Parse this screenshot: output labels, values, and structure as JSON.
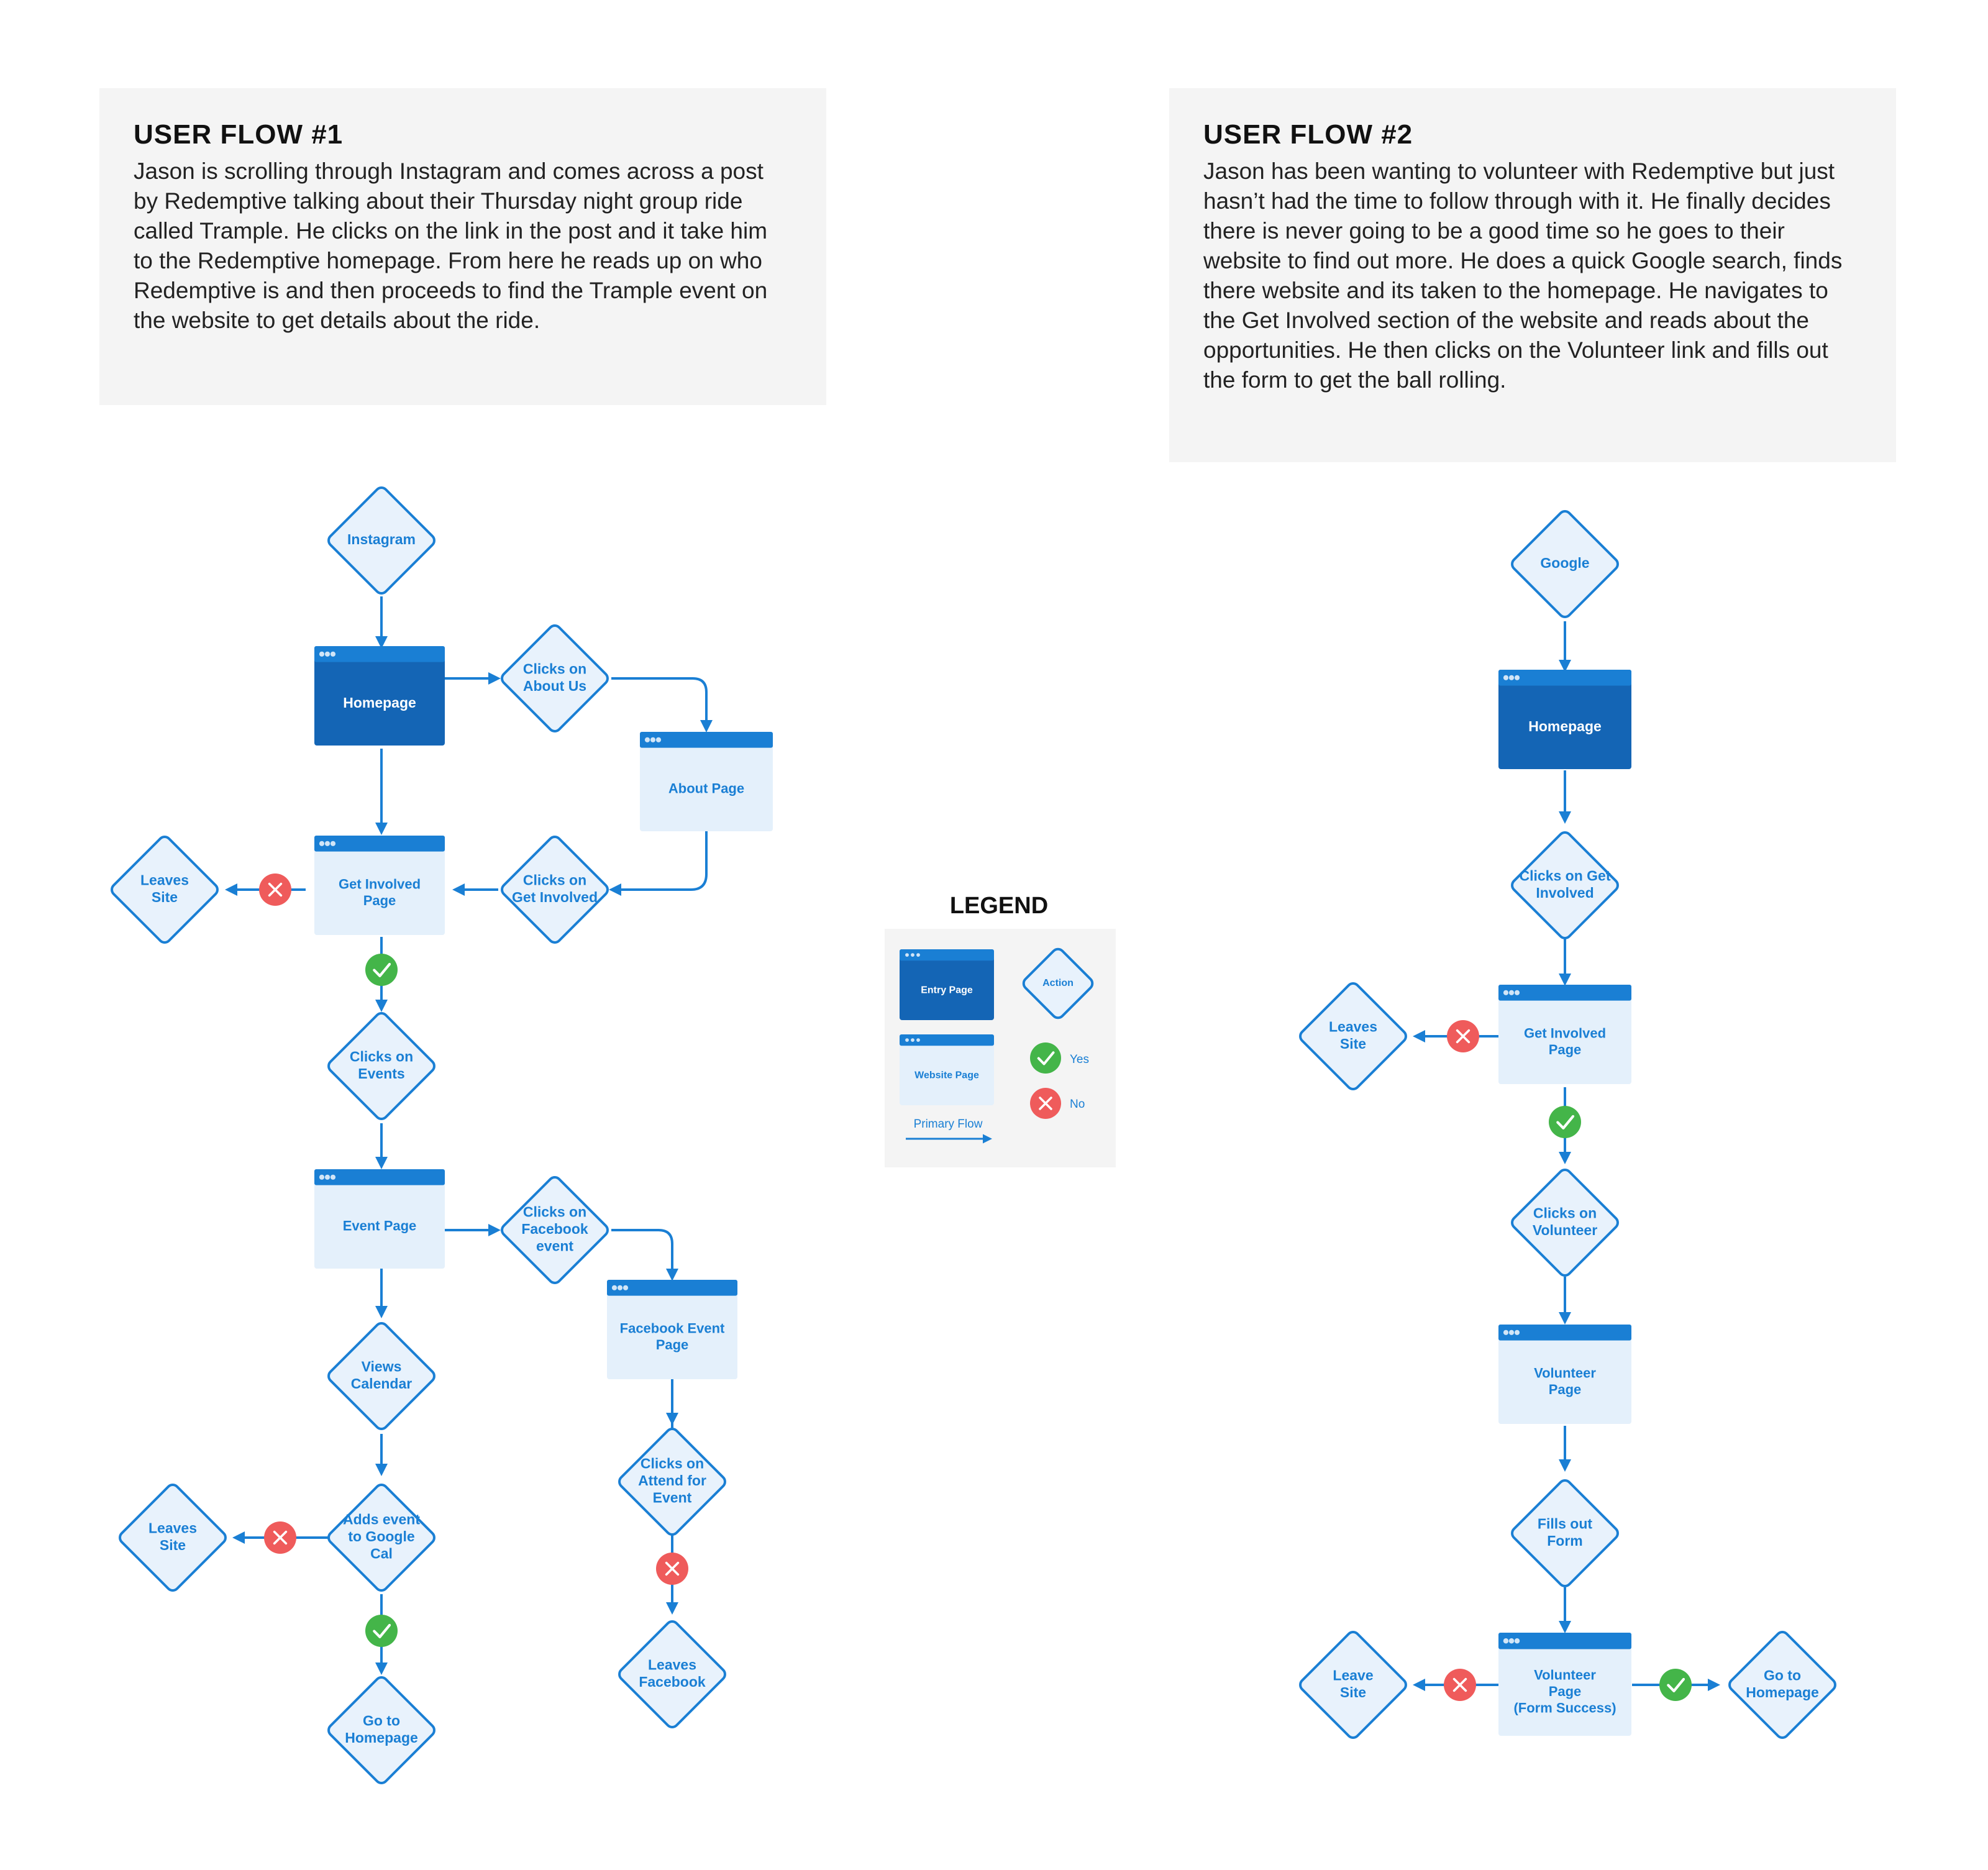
{
  "flow1": {
    "title": "USER FLOW #1",
    "description": "Jason is scrolling through Instagram and comes across a post by Redemptive talking about their Thursday night group ride called Trample. He clicks on the link in the post and it take him to the Redemptive homepage. From here he reads up on who Redemptive is and then proceeds to find the Trample event on the website to get details about the ride.",
    "nodes": {
      "instagram": [
        "Instagram"
      ],
      "homepage": [
        "Homepage"
      ],
      "clicks_about_us": [
        "Clicks on",
        "About Us"
      ],
      "about_page": [
        "About Page"
      ],
      "get_involved_page": [
        "Get Involved",
        "Page"
      ],
      "clicks_get_involved": [
        "Clicks on",
        "Get Involved"
      ],
      "leaves_site_a": [
        "Leaves",
        "Site"
      ],
      "clicks_events": [
        "Clicks on",
        "Events"
      ],
      "event_page": [
        "Event Page"
      ],
      "clicks_facebook_event": [
        "Clicks on",
        "Facebook",
        "event"
      ],
      "facebook_event_page": [
        "Facebook Event",
        "Page"
      ],
      "views_calendar": [
        "Views",
        "Calendar"
      ],
      "adds_event": [
        "Adds event",
        "to Google",
        "Cal"
      ],
      "leaves_site_b": [
        "Leaves",
        "Site"
      ],
      "go_to_homepage": [
        "Go to",
        "Homepage"
      ],
      "clicks_attend": [
        "Clicks on",
        "Attend for",
        "Event"
      ],
      "leaves_facebook": [
        "Leaves",
        "Facebook"
      ]
    }
  },
  "flow2": {
    "title": "USER FLOW #2",
    "description": "Jason has been wanting to volunteer with Redemptive but just hasn’t had the time to follow through with it. He finally decides there is never going to be a good time so he goes to their website to find out more. He does a quick Google search, finds there website and its taken to the homepage. He navigates to the Get Involved section of the website and reads about the opportunities. He then clicks on the Volunteer link and fills out the form to get the ball rolling.",
    "nodes": {
      "google": [
        "Google"
      ],
      "homepage": [
        "Homepage"
      ],
      "clicks_get_involved": [
        "Clicks on Get",
        "Involved"
      ],
      "get_involved_page": [
        "Get Involved",
        "Page"
      ],
      "leaves_site": [
        "Leaves",
        "Site"
      ],
      "clicks_volunteer": [
        "Clicks on",
        "Volunteer"
      ],
      "volunteer_page": [
        "Volunteer",
        "Page"
      ],
      "fills_out_form": [
        "Fills out",
        "Form"
      ],
      "volunteer_success": [
        "Volunteer",
        "Page",
        "(Form Success)"
      ],
      "leave_site": [
        "Leave",
        "Site"
      ],
      "go_to_homepage": [
        "Go to",
        "Homepage"
      ]
    }
  },
  "legend": {
    "title": "LEGEND",
    "entry_page": "Entry Page",
    "website_page": "Website Page",
    "action": "Action",
    "yes": "Yes",
    "no": "No",
    "primary_flow": "Primary Flow"
  },
  "colors": {
    "line": "#1a7fd4",
    "entry_fill": "#1465b5",
    "entry_bar": "#1a7fd4",
    "page_fill": "#e4f0fb",
    "diamond_fill": "#e8f2fc",
    "text": "#1a7fd4",
    "yes": "#44b549",
    "no": "#ef5b5b",
    "legend_bg": "#f4f4f4"
  }
}
